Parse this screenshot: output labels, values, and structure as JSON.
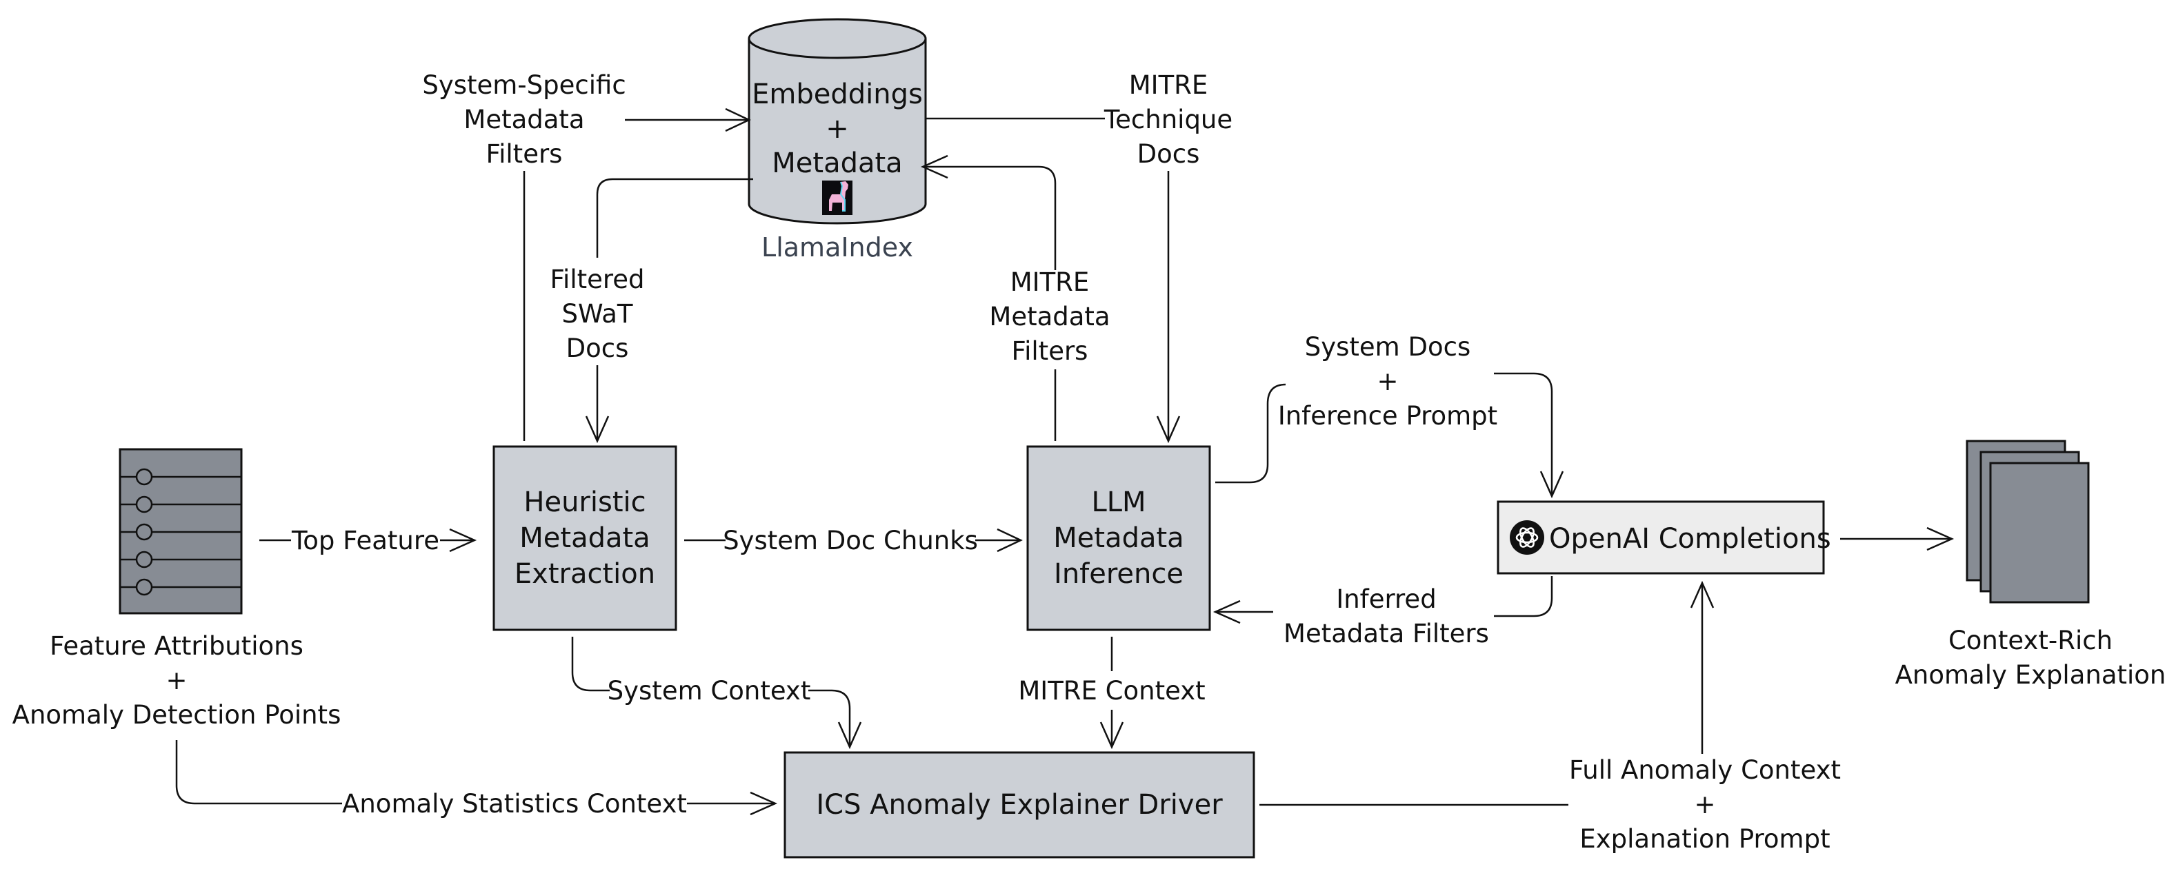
{
  "colors": {
    "box_fill": "#ccd0d6",
    "openai_fill": "#ededed",
    "icon_dark": "#878c94",
    "stroke": "#111111"
  },
  "database": {
    "lines": [
      "Embeddings",
      "+",
      "Metadata"
    ],
    "caption": "LlamaIndex",
    "logo_icon": "llama-icon"
  },
  "feature_source": {
    "icon": "feature-list-icon",
    "lines": [
      "Feature Attributions",
      "+",
      "Anomaly Detection Points"
    ]
  },
  "boxes": {
    "heuristic": [
      "Heuristic",
      "Metadata",
      "Extraction"
    ],
    "llm": [
      "LLM",
      "Metadata",
      "Inference"
    ],
    "driver": [
      "ICS Anomaly Explainer Driver"
    ],
    "openai": {
      "label": "OpenAI Completions",
      "icon": "openai-icon"
    }
  },
  "output": {
    "icon": "documents-icon",
    "lines": [
      "Context-Rich",
      "Anomaly Explanation"
    ]
  },
  "edge_labels": {
    "system_specific_filters": [
      "System-Specific",
      "Metadata",
      "Filters"
    ],
    "mitre_technique_docs": [
      "MITRE",
      "Technique",
      "Docs"
    ],
    "filtered_swat_docs": [
      "Filtered",
      "SWaT",
      "Docs"
    ],
    "mitre_metadata_filters": [
      "MITRE",
      "Metadata",
      "Filters"
    ],
    "system_docs_prompt": [
      "System Docs",
      "+",
      "Inference Prompt"
    ],
    "inferred_filters": [
      "Inferred",
      "Metadata Filters"
    ],
    "top_feature": "Top Feature",
    "system_doc_chunks": "System Doc Chunks",
    "system_context": "System Context",
    "mitre_context": "MITRE Context",
    "anomaly_statistics_context": "Anomaly Statistics Context",
    "full_context_prompt": [
      "Full Anomaly Context",
      "+",
      "Explanation Prompt"
    ]
  }
}
